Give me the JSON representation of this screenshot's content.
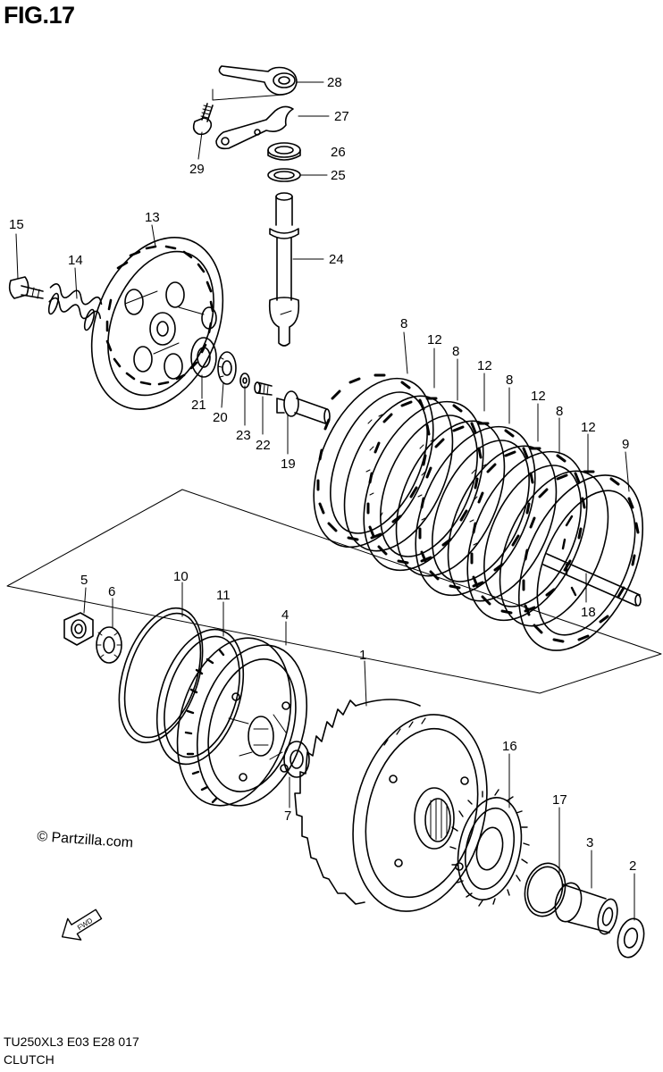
{
  "figure": {
    "title": "FIG.17",
    "model_code": "TU250XL3  E03  E28  017",
    "caption": "CLUTCH",
    "copyright": "© Partzilla.com",
    "fwd_label": "FWD"
  },
  "callouts": [
    {
      "num": "28"
    },
    {
      "num": "27"
    },
    {
      "num": "26"
    },
    {
      "num": "25"
    },
    {
      "num": "29"
    },
    {
      "num": "24"
    },
    {
      "num": "15"
    },
    {
      "num": "14"
    },
    {
      "num": "13"
    },
    {
      "num": "21"
    },
    {
      "num": "20"
    },
    {
      "num": "23"
    },
    {
      "num": "22"
    },
    {
      "num": "19"
    },
    {
      "num": "8"
    },
    {
      "num": "12"
    },
    {
      "num": "8"
    },
    {
      "num": "12"
    },
    {
      "num": "8"
    },
    {
      "num": "12"
    },
    {
      "num": "8"
    },
    {
      "num": "12"
    },
    {
      "num": "9"
    },
    {
      "num": "18"
    },
    {
      "num": "5"
    },
    {
      "num": "6"
    },
    {
      "num": "10"
    },
    {
      "num": "11"
    },
    {
      "num": "4"
    },
    {
      "num": "7"
    },
    {
      "num": "1"
    },
    {
      "num": "16"
    },
    {
      "num": "17"
    },
    {
      "num": "3"
    },
    {
      "num": "2"
    }
  ]
}
